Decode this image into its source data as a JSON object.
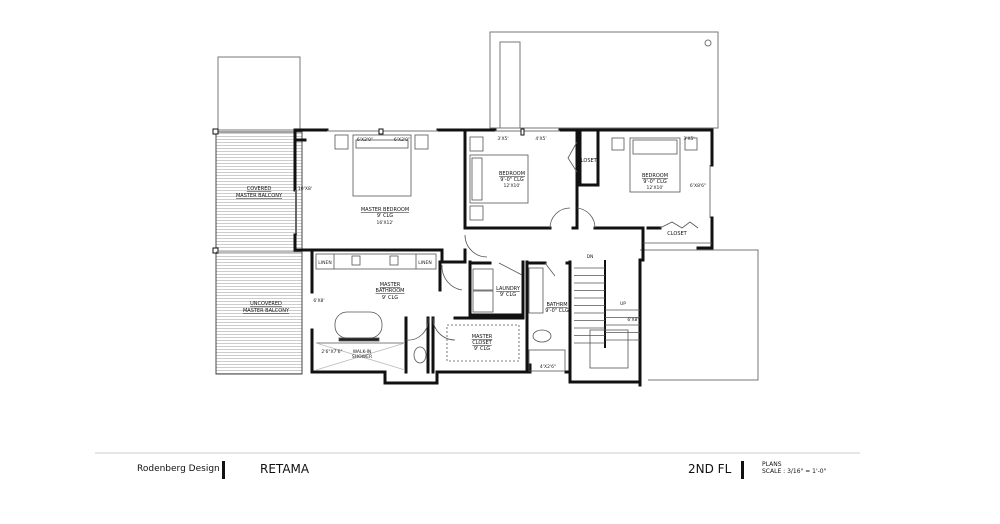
{
  "plan": {
    "rooms": {
      "covered_balcony": [
        "COVERED",
        "MASTER BALCONY"
      ],
      "uncovered_balcony": [
        "UNCOVERED",
        "MASTER BALCONY"
      ],
      "master_bedroom": [
        "MASTER BEDROOM",
        "9' CLG",
        "16'X12'"
      ],
      "bedroom1": [
        "BEDROOM",
        "9'-0\" CLG",
        "12'X10'"
      ],
      "bedroom2": [
        "BEDROOM",
        "9'-0\" CLG",
        "12'X10'"
      ],
      "closet1": "CLOSET",
      "closet2": "CLOSET",
      "master_bathroom": [
        "MASTER",
        "BATHROOM",
        "9' CLG"
      ],
      "laundry": [
        "LAUNDRY",
        "9' CLG"
      ],
      "bathroom": [
        "BATHRM",
        "9'-0\" CLG"
      ],
      "master_closet": [
        "MASTER",
        "CLOSET",
        "9' CLG"
      ],
      "linen_left": "LINEN",
      "linen_right": "LINEN",
      "shower": [
        "WALK-IN",
        "SHOWER"
      ],
      "stair_down": "DN",
      "stair_up": "UP"
    },
    "dimensions": {
      "mb_window_left": "6'X2'0\"",
      "mb_window_right": "6'X2'0\"",
      "mb_door": "10'X8'",
      "bath_door": "6'X8'",
      "shower": "2'6\"X7'6\"",
      "bed1_win_a": "3'X5'",
      "bed1_win_b": "4'X5'",
      "bed2_win": "3'X5'",
      "bed2_door": "6'X8'6\"",
      "tub": "4'X2'6\"",
      "stair_win": "6'X8'"
    }
  },
  "title_block": {
    "designer": "Rodenberg Design",
    "project": "RETAMA",
    "sheet": "2ND FL",
    "sheet_type": "PLANS",
    "scale": "SCALE : 3/16\" = 1'-0\""
  }
}
